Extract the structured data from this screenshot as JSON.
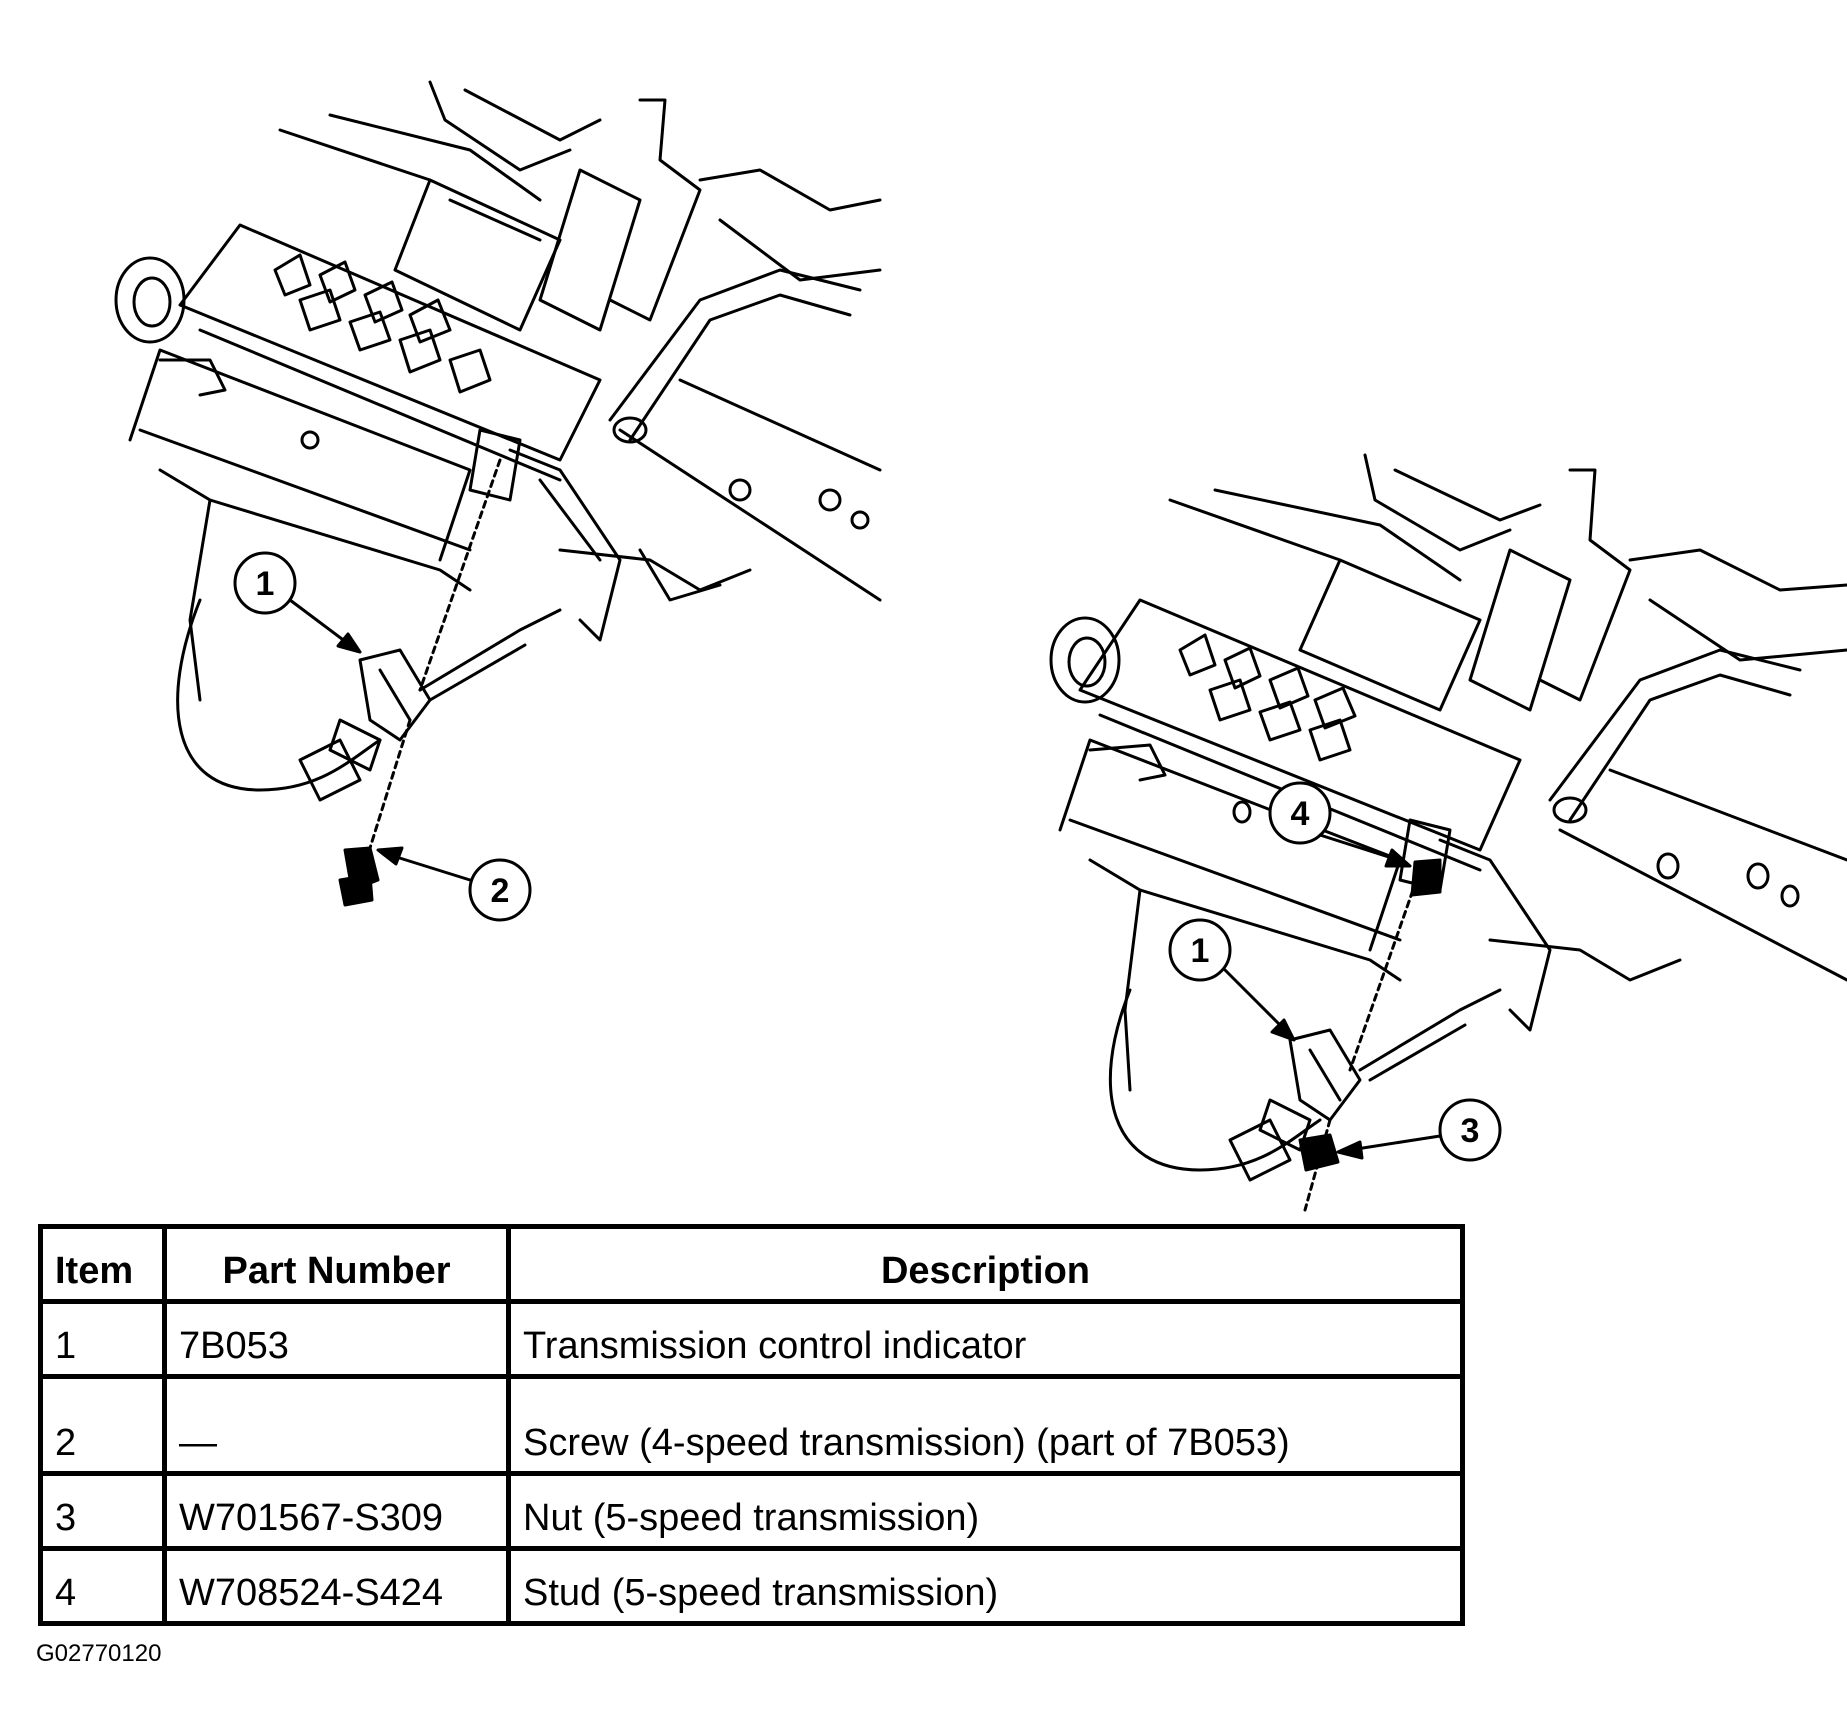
{
  "callouts": {
    "left_1": "1",
    "left_2": "2",
    "right_1": "1",
    "right_3": "3",
    "right_4": "4"
  },
  "table": {
    "headers": {
      "item": "Item",
      "part_number": "Part Number",
      "description": "Description"
    },
    "rows": [
      {
        "item": "1",
        "part_number": "7B053",
        "description": "Transmission control indicator"
      },
      {
        "item": "2",
        "part_number": "—",
        "description": "Screw (4-speed transmission) (part of 7B053)"
      },
      {
        "item": "3",
        "part_number": "W701567-S309",
        "description": "Nut (5-speed transmission)"
      },
      {
        "item": "4",
        "part_number": "W708524-S424",
        "description": "Stud (5-speed transmission)"
      }
    ]
  },
  "figure_code": "G02770120"
}
